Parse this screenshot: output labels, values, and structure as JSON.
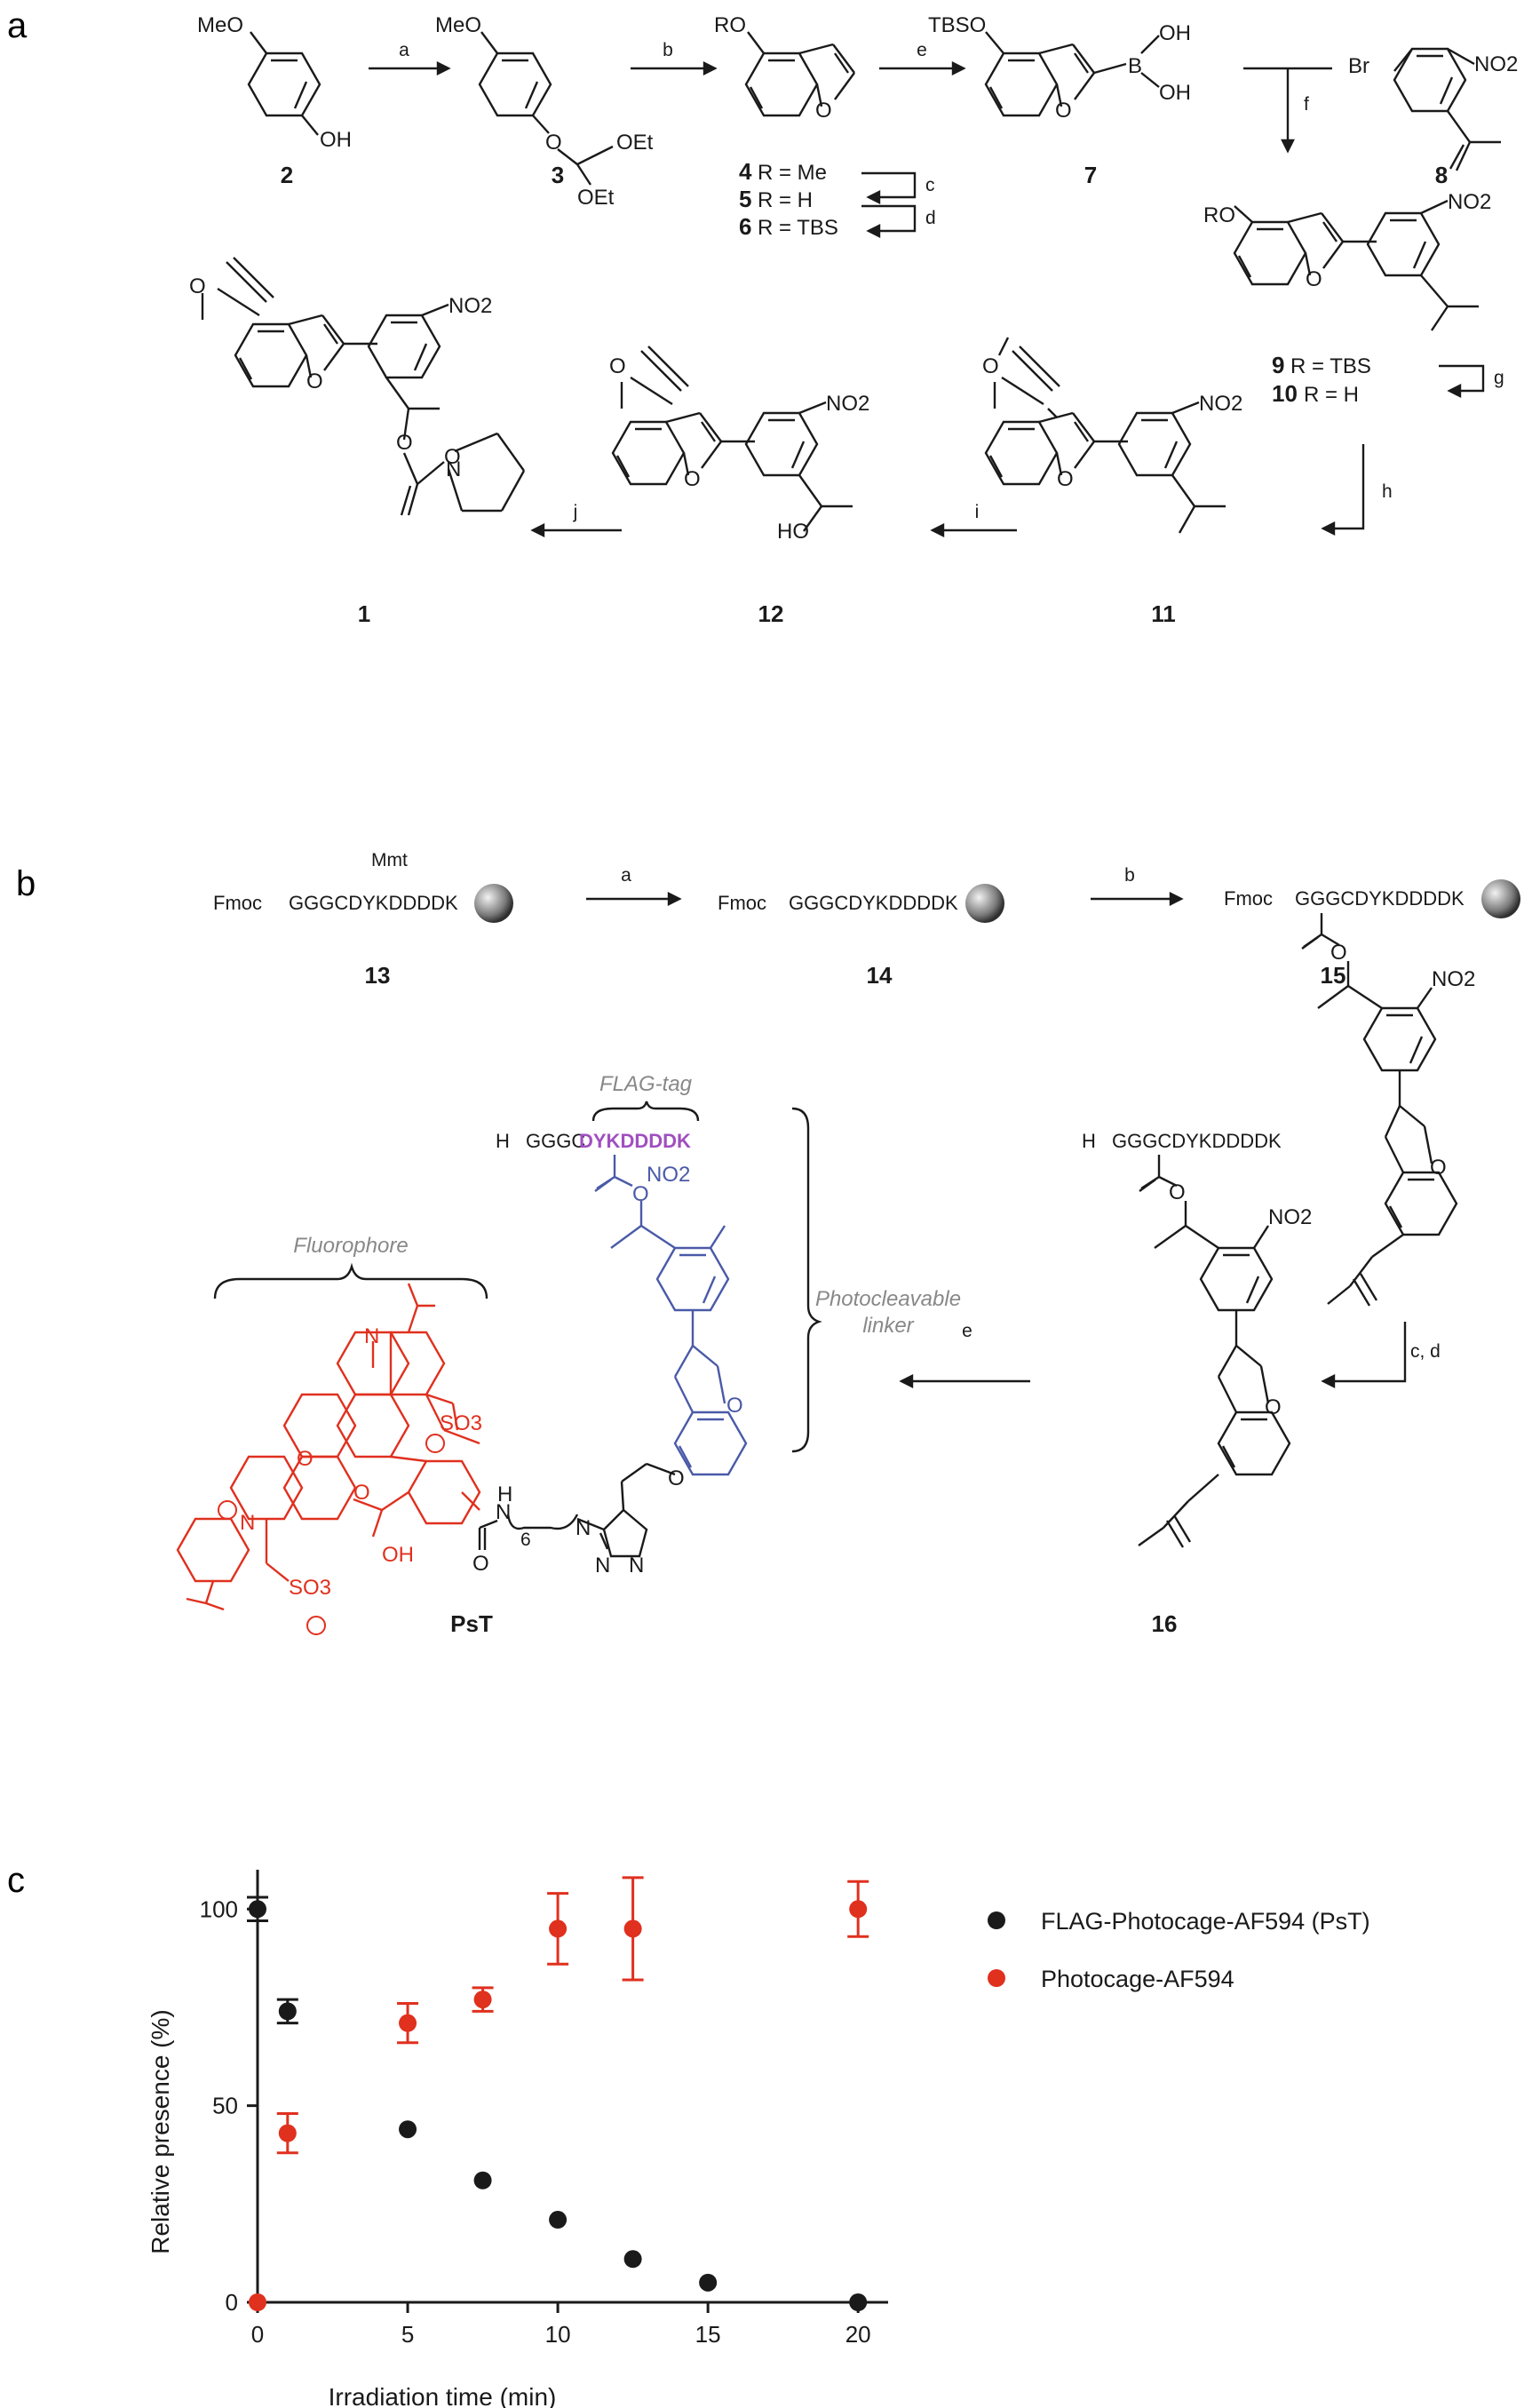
{
  "panels": {
    "a": "a",
    "b": "b",
    "c": "c"
  },
  "scheme_a": {
    "reagents": [
      "a",
      "b",
      "e",
      "f",
      "c",
      "d",
      "g",
      "h",
      "i",
      "j"
    ],
    "compounds": {
      "c2": "2",
      "c3": "3",
      "c7": "7",
      "c8": "8",
      "c4": "4",
      "c5": "5",
      "c6": "6",
      "c9": "9",
      "c10": "10",
      "c11": "11",
      "c12": "12",
      "c1": "1"
    },
    "r_labels": {
      "r4": "R = Me",
      "r5": "R = H",
      "r6": "R = TBS",
      "r9": "R = TBS",
      "r10": "R = H"
    },
    "atoms": {
      "MeO": "MeO",
      "OH": "OH",
      "O": "O",
      "OEt": "OEt",
      "RO": "RO",
      "TBSO": "TBSO",
      "B": "B",
      "Br": "Br",
      "NO2": "NO2",
      "HO": "HO",
      "N": "N"
    }
  },
  "scheme_b": {
    "reagents": [
      "a",
      "b",
      "c, d",
      "e"
    ],
    "compounds": {
      "c13": "13",
      "c14": "14",
      "c15": "15",
      "c16": "16",
      "psT": "PsT"
    },
    "mmt": "Mmt",
    "fmoc": "Fmoc",
    "h": "H",
    "peptide_fmoc": "GGGCDYKDDDDK",
    "peptide_h_prefix": "GGGC",
    "flag_seq": "DYKDDDDK",
    "peptide_h": "GGGCDYKDDDDK",
    "flag_tag": "FLAG-tag",
    "fluorophore": "Fluorophore",
    "linker_1": "Photocleavable",
    "linker_2": "linker",
    "sub6": "6",
    "so3": "SO3",
    "oh": "OH",
    "nh": "H",
    "n": "N"
  },
  "colors": {
    "red": "#e0301e",
    "blue": "#4a5aa8",
    "purple": "#a04fc0",
    "black": "#1a1a1a",
    "grey": "#888888"
  },
  "chart_data": {
    "type": "scatter",
    "xlabel": "Irradiation time (min)",
    "ylabel": "Relative presence (%)",
    "xlim": [
      0,
      21
    ],
    "ylim": [
      0,
      110
    ],
    "xticks": [
      0,
      5,
      10,
      15,
      20
    ],
    "yticks": [
      0,
      50,
      100
    ],
    "legend_position": "top-right",
    "series": [
      {
        "name": "FLAG-Photocage-AF594 (PsT)",
        "color": "#1a1a1a",
        "x": [
          0,
          1,
          5,
          7.5,
          10,
          12.5,
          15,
          20
        ],
        "y": [
          100,
          74,
          44,
          31,
          21,
          11,
          5,
          0
        ],
        "err": [
          3,
          3,
          0,
          0,
          0,
          0,
          0,
          0
        ]
      },
      {
        "name": "Photocage-AF594",
        "color": "#e0301e",
        "x": [
          0,
          1,
          5,
          7.5,
          10,
          12.5,
          20
        ],
        "y": [
          0,
          43,
          71,
          77,
          95,
          95,
          100
        ],
        "err": [
          0,
          5,
          5,
          3,
          9,
          13,
          7
        ]
      }
    ]
  }
}
